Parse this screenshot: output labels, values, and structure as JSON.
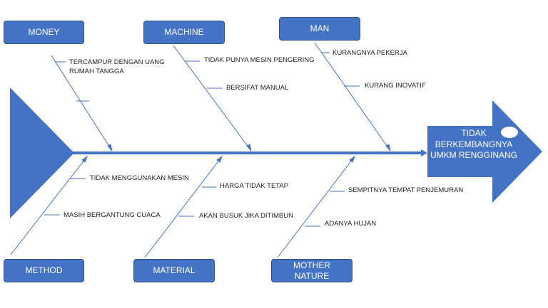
{
  "categories": {
    "money": "MONEY",
    "machine": "MACHINE",
    "man": "MAN",
    "method": "METHOD",
    "material": "MATERIAL",
    "mother_nature": "MOTHER NATURE"
  },
  "effect": "TIDAK BERKEMBANGNYA UMKM RENGGINANG",
  "causes": {
    "money": [
      "TERCAMPUR DENGAN UANG RUMAH TANGGA"
    ],
    "machine": [
      "TIDAK PUNYA MESIN PENGERING",
      "BERSIFAT MANUAL"
    ],
    "man": [
      "KURANGNYA PEKERJA",
      "KURANG INOVATIF"
    ],
    "method": [
      "TIDAK MENGGUNAKAN MESIN",
      "MASIH BERGANTUNG CUACA"
    ],
    "material": [
      "HARGA TIDAK TETAP",
      "AKAN BUSUK JIKA DITIMBUN"
    ],
    "mother_nature": [
      "SEMPITNYA TEMPAT PENJEMURAN",
      "ADANYA HUJAN"
    ]
  },
  "colors": {
    "fill": "#4472C4",
    "stroke": "#2F528F",
    "line": "#4472C4"
  }
}
